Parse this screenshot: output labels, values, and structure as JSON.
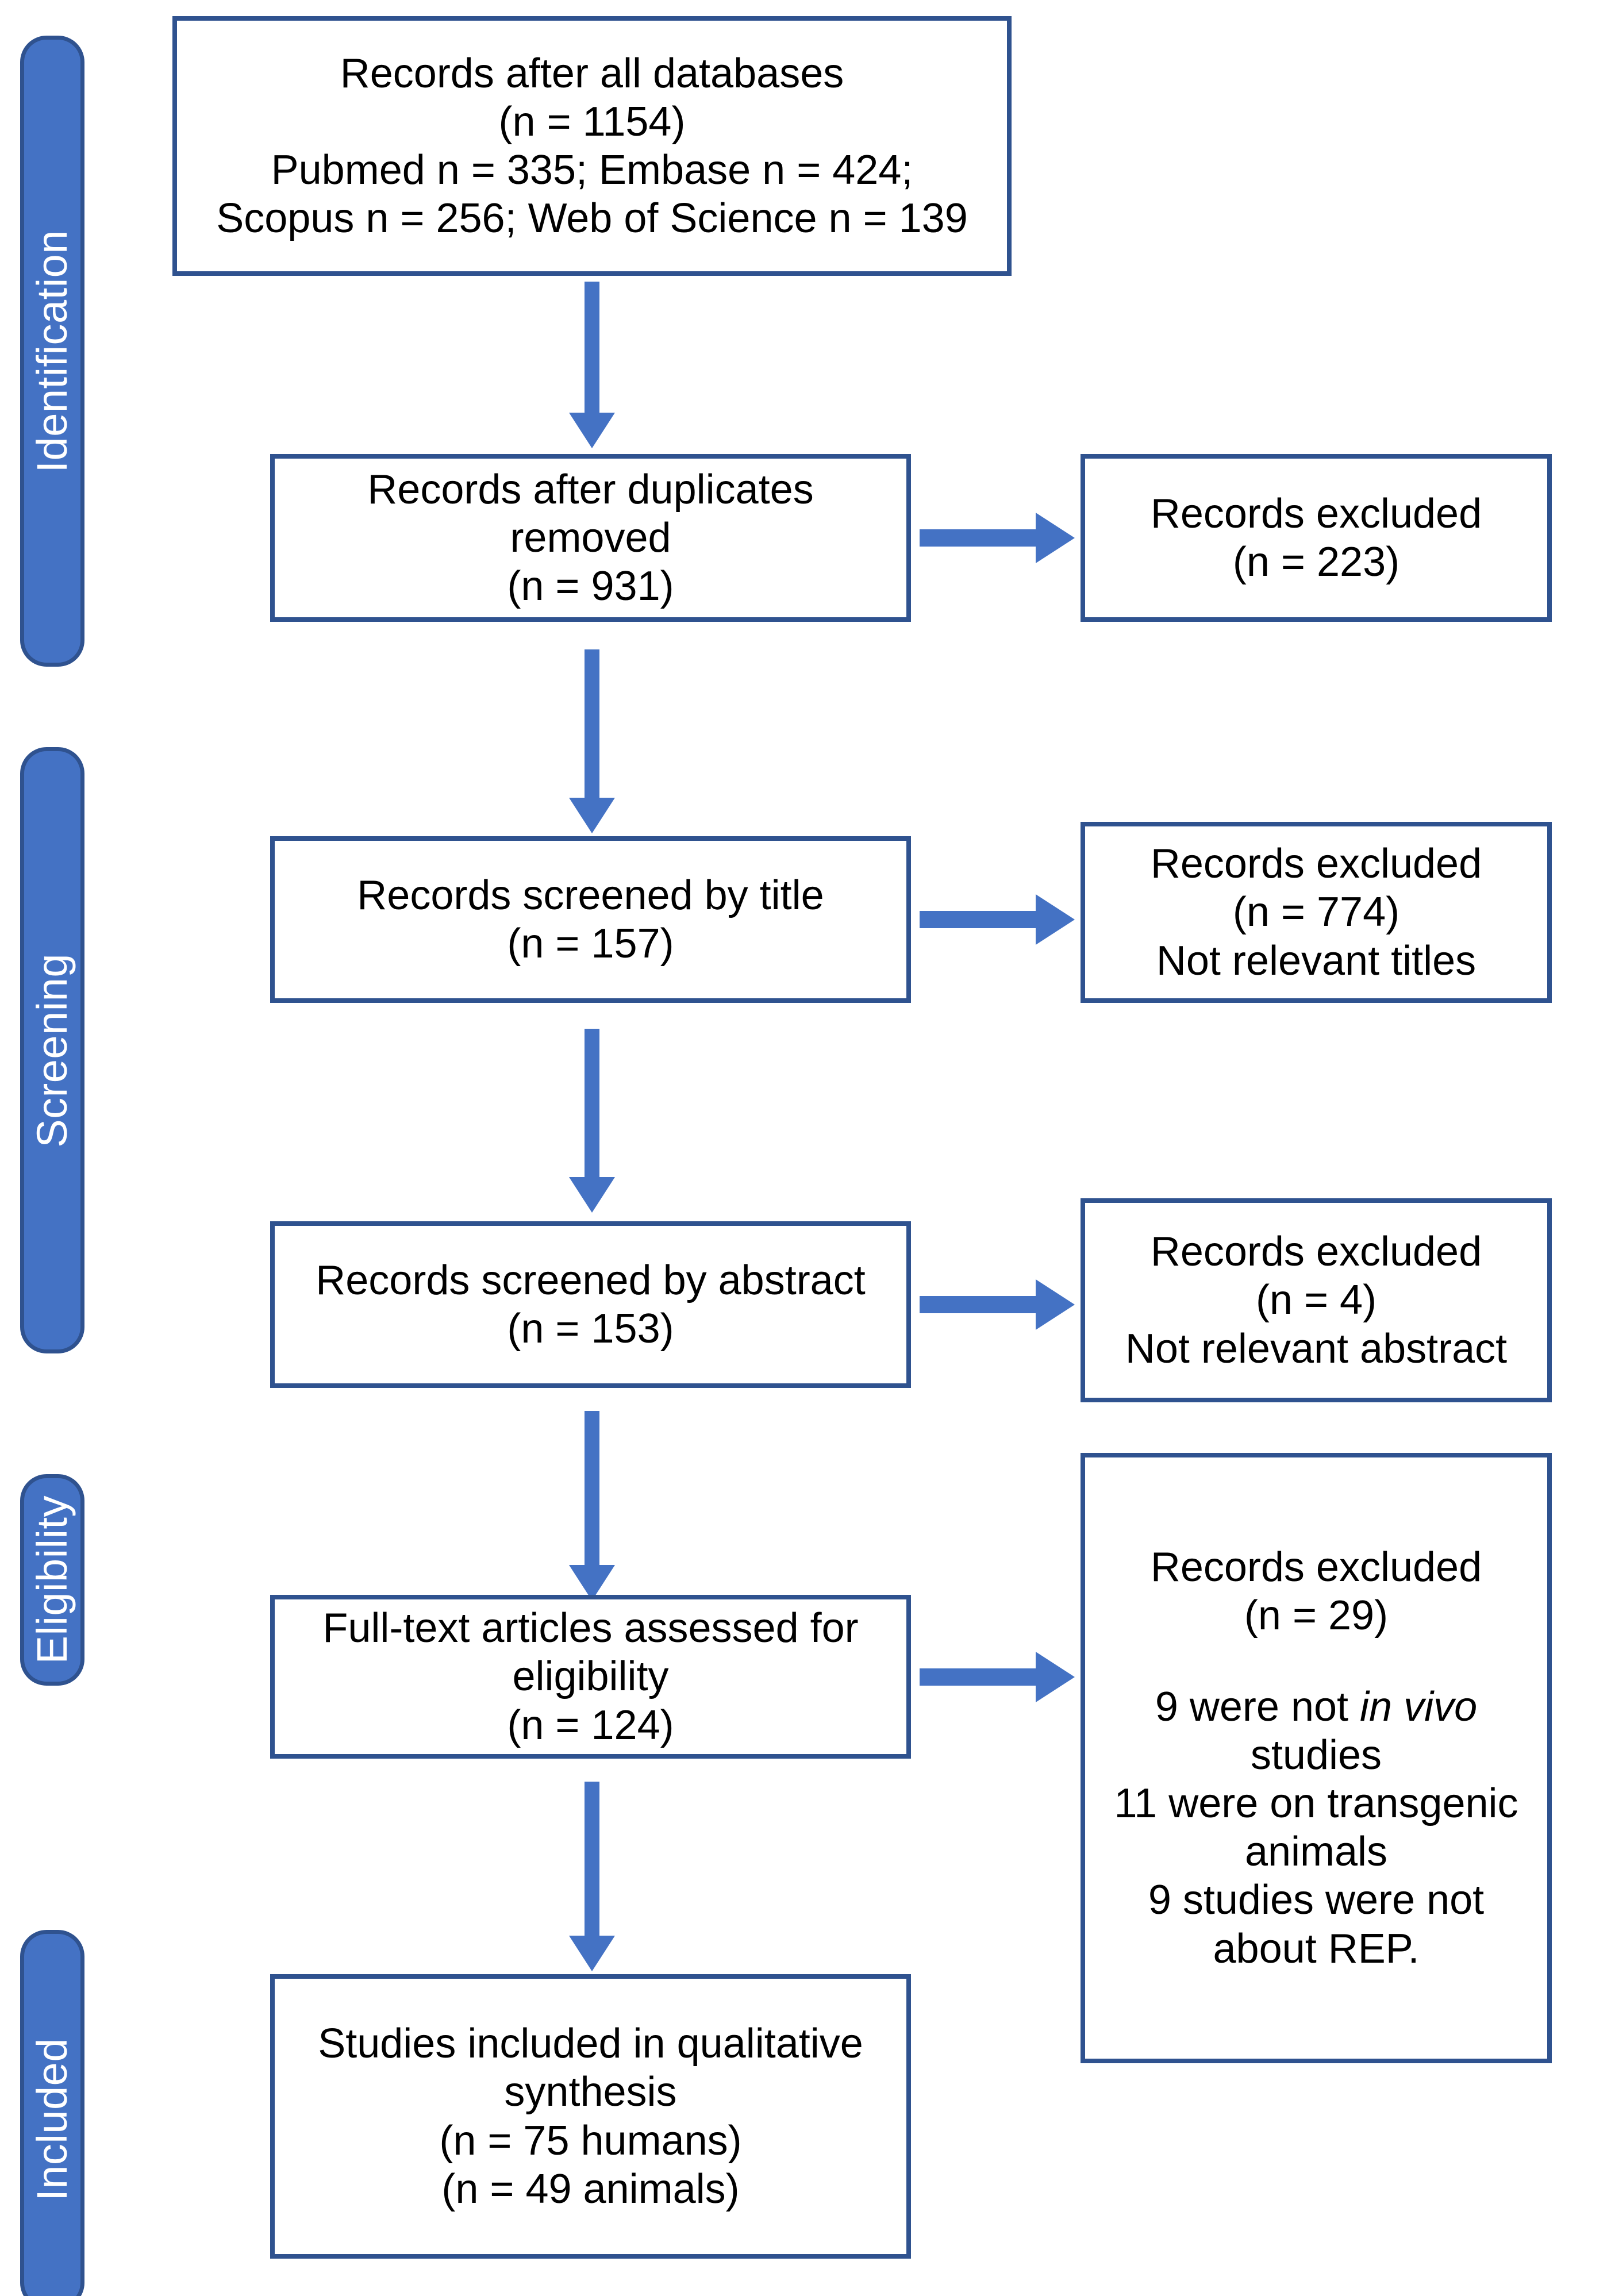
{
  "diagram": {
    "title": "PRISMA study selection flow diagram",
    "colors": {
      "box_border": "#2F528F",
      "arrow": "#4472C4",
      "tab_fill": "#4472C4",
      "tab_border": "#2F528F",
      "tab_text": "#FFFFFF",
      "box_text": "#000000",
      "background": "#FFFFFF"
    }
  },
  "phases": [
    {
      "id": "identification",
      "label": "Identification"
    },
    {
      "id": "screening",
      "label": "Screening"
    },
    {
      "id": "eligibility",
      "label": "Eligibility"
    },
    {
      "id": "included",
      "label": "Included"
    }
  ],
  "boxes": {
    "records_all_databases": {
      "line1": "Records after all databases",
      "line2": "(n = 1154)",
      "line3": "Pubmed n = 335; Embase n = 424;",
      "line4": "Scopus n = 256; Web of Science n = 139"
    },
    "records_after_duplicates": {
      "line1": "Records after duplicates",
      "line2": "removed",
      "line3": "(n = 931)"
    },
    "excluded_duplicates": {
      "line1": "Records excluded",
      "line2": "(n = 223)"
    },
    "records_screened_title": {
      "line1": "Records screened by title",
      "line2": "(n = 157)"
    },
    "excluded_title": {
      "line1": "Records excluded",
      "line2": "(n = 774)",
      "line3": "Not relevant titles"
    },
    "records_screened_abstract": {
      "line1": "Records screened by abstract",
      "line2": "(n = 153)"
    },
    "excluded_abstract": {
      "line1": "Records excluded",
      "line2": "(n = 4)",
      "line3": "Not relevant abstract"
    },
    "fulltext_assessed": {
      "line1": "Full-text articles assessed for",
      "line2": "eligibility",
      "line3": "(n = 124)"
    },
    "excluded_fulltext": {
      "line1": "Records excluded",
      "line2": "(n = 29)",
      "reason1_pre": "9 were not ",
      "reason1_em": "in vivo",
      "reason1_post": " studies",
      "reason2": "11 were on transgenic animals",
      "reason3": "9 studies were not about REP."
    },
    "studies_included": {
      "line1": "Studies included in qualitative",
      "line2": "synthesis",
      "line3": "(n = 75 humans)",
      "line4": "(n = 49 animals)"
    }
  },
  "arrows": [
    {
      "id": "arrow-identification-to-duplicates",
      "direction": "down"
    },
    {
      "id": "arrow-duplicates-to-excluded",
      "direction": "right"
    },
    {
      "id": "arrow-duplicates-to-title",
      "direction": "down"
    },
    {
      "id": "arrow-title-to-excluded",
      "direction": "right"
    },
    {
      "id": "arrow-title-to-abstract",
      "direction": "down"
    },
    {
      "id": "arrow-abstract-to-excluded",
      "direction": "right"
    },
    {
      "id": "arrow-abstract-to-fulltext",
      "direction": "down"
    },
    {
      "id": "arrow-fulltext-to-excluded",
      "direction": "right"
    },
    {
      "id": "arrow-fulltext-to-included",
      "direction": "down"
    }
  ]
}
